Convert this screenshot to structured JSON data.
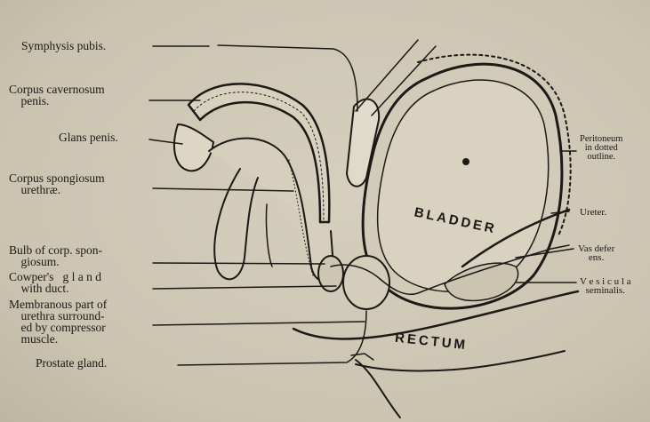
{
  "labels": {
    "symphysis_pubis": "Symphysis pubis.",
    "corpus_cavernosum": "Corpus cavernosum\n    penis.",
    "glans_penis": "Glans penis.",
    "corpus_spongiosum": "Corpus spongiosum\n    urethræ.",
    "bulb": "Bulb of corp. spon-\n    giosum.",
    "cowpers_gland": "Cowper's   g l a n d\n    with duct.",
    "membranous": "Membranous part of\n    urethra surround-\n    ed by compressor\n    muscle.",
    "prostate": "Prostate gland.",
    "peritoneum": "Peritoneum\nin dotted\noutline.",
    "ureter": "Ureter.",
    "vas_deferens": "Vas defer\nens.",
    "vesiculae": "V e s i c u l a\nseminalis."
  },
  "organs": {
    "bladder": "BLADDER",
    "rectum": "RECTUM"
  },
  "colors": {
    "paper": "#cfc8b6",
    "ink": "#1c1916"
  }
}
